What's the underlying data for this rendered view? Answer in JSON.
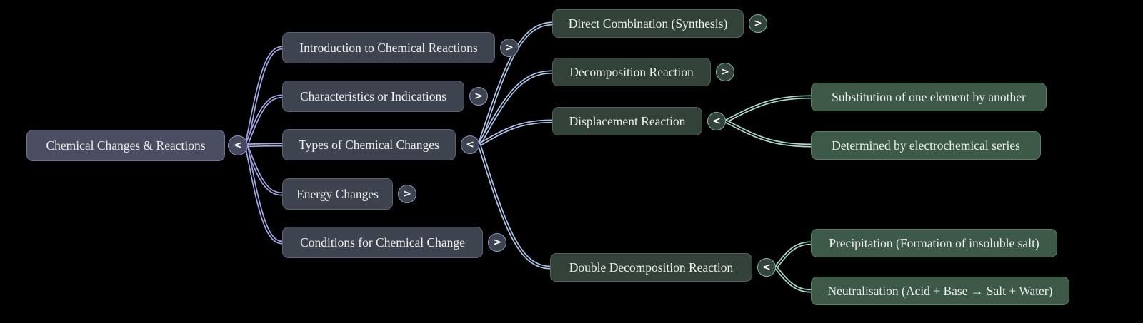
{
  "mindmap": {
    "background": "#000000",
    "root": {
      "label": "Chemical Changes & Reactions",
      "toggle": "<"
    },
    "level1": [
      {
        "label": "Introduction to Chemical Reactions",
        "toggle": ">"
      },
      {
        "label": "Characteristics or Indications",
        "toggle": ">"
      },
      {
        "label": "Types of Chemical Changes",
        "toggle": "<"
      },
      {
        "label": "Energy Changes",
        "toggle": ">"
      },
      {
        "label": "Conditions for Chemical Change",
        "toggle": ">"
      }
    ],
    "level2": [
      {
        "label": "Direct Combination (Synthesis)",
        "toggle": ">"
      },
      {
        "label": "Decomposition Reaction",
        "toggle": ">"
      },
      {
        "label": "Displacement Reaction",
        "toggle": "<"
      },
      {
        "label": "Double Decomposition Reaction",
        "toggle": "<"
      }
    ],
    "level3": [
      {
        "label": "Substitution of one element by another"
      },
      {
        "label": "Determined by electrochemical series"
      },
      {
        "label": "Precipitation (Formation of insoluble salt)"
      },
      {
        "label": "Neutralisation (Acid + Base → Salt + Water)"
      }
    ],
    "colors": {
      "root_node": "#4b4e63",
      "level1_node": "#3e4350",
      "level2_node": "#324239",
      "level3_node": "#3d5947",
      "link_level1": "#a4aae9",
      "link_level2": "#abc8ec",
      "link_level3": "#a6dcc9",
      "node_text": "#edefe9"
    }
  }
}
